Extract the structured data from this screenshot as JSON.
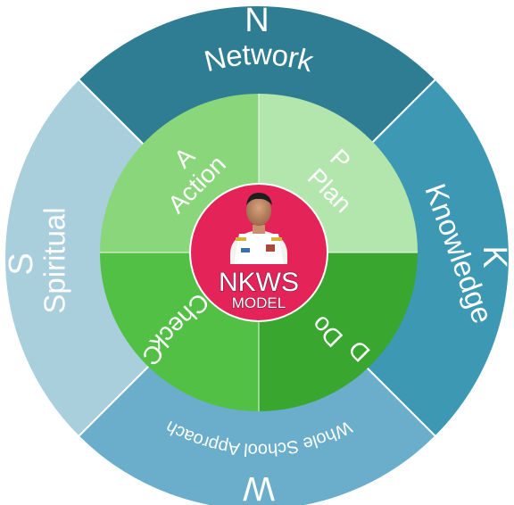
{
  "center": {
    "title": "NKWS",
    "subtitle": "MODEL"
  },
  "outer_ring": [
    {
      "letter": "N",
      "word": "Network",
      "color": "#2f7d92"
    },
    {
      "letter": "K",
      "word": "Knowledge",
      "color": "#3d99b3"
    },
    {
      "letter": "W",
      "word": "Whole School Approach",
      "color": "#6aaecb"
    },
    {
      "letter": "S",
      "word": "Spiritual",
      "color": "#a9cfdd"
    }
  ],
  "inner_ring": [
    {
      "letter": "P",
      "word": "Plan",
      "color": "#b3e6ad"
    },
    {
      "letter": "D",
      "word": "Do",
      "color": "#38a62f"
    },
    {
      "letter": "C",
      "word": "Check",
      "color": "#52bf45"
    },
    {
      "letter": "A",
      "word": "Action",
      "color": "#8ad67b"
    }
  ],
  "colors": {
    "center_circle": "#e42459",
    "divider": "#ffffff"
  }
}
